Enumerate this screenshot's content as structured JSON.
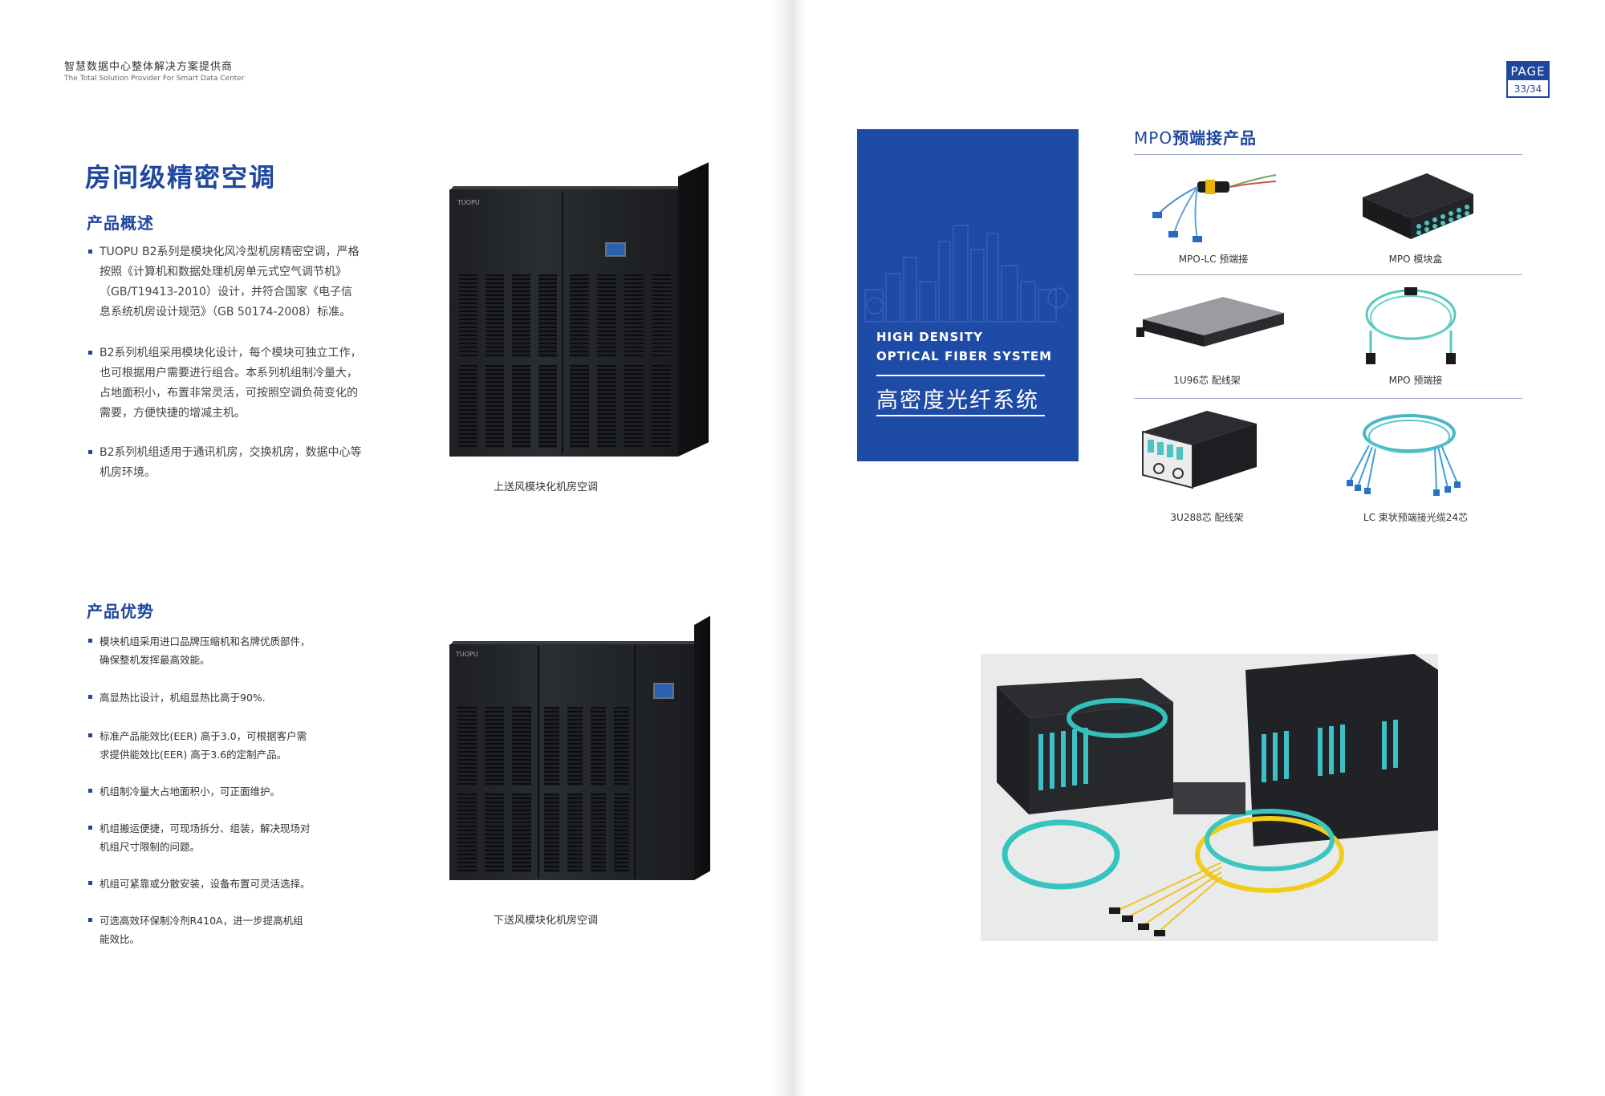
{
  "header": {
    "company_cn": "智慧数据中心整体解决方案提供商",
    "company_en": "The Total Solution Provider For Smart Data Center"
  },
  "left": {
    "title": "房间级精密空调",
    "overview_heading": "产品概述",
    "overview_paragraphs": [
      [
        "TUOPU B2系列是模块化风冷型机房精密空调，严格",
        "按照《计算机和数据处理机房单元式空气调节机》",
        "（GB/T19413-2010）设计，并符合国家《电子信",
        "息系统机房设计规范》（GB  50174-2008）标准。"
      ],
      [
        "B2系列机组采用模块化设计，每个模块可独立工作，",
        "也可根据用户需要进行组合。本系列机组制冷量大，",
        "占地面积小，布置非常灵活，可按照空调负荷变化的",
        "需要，方便快捷的增减主机。"
      ],
      [
        "B2系列机组适用于通讯机房，交换机房，数据中心等",
        "机房环境。"
      ]
    ],
    "advantages_heading": "产品优势",
    "advantages": [
      [
        "模块机组采用进口品牌压缩机和名牌优质部件，",
        "确保整机发挥最高效能。"
      ],
      [
        "高显热比设计，机组显热比高于90%."
      ],
      [
        "标准产品能效比(EER)  高于3.0，可根据客户需",
        "求提供能效比(EER) 高于3.6的定制产品。"
      ],
      [
        "机组制冷量大占地面积小，可正面维护。"
      ],
      [
        "机组搬运便捷，可现场拆分、组装，解决现场对",
        "机组尺寸限制的问题。"
      ],
      [
        "机组可紧靠或分散安装，设备布置可灵活选择。"
      ],
      [
        "可选高效环保制冷剂R410A，进一步提高机组",
        "能效比。"
      ]
    ],
    "caption_upflow": "上送风模块化机房空调",
    "caption_downflow": "下送风模块化机房空调",
    "brand_mark": "TUOPU"
  },
  "right": {
    "page_label": "PAGE",
    "page_number": "33/34",
    "panel_en_line1": "HIGH DENSITY",
    "panel_en_line2": "OPTICAL FIBER SYSTEM",
    "panel_cn": "高密度光纤系统",
    "mpo_title_prefix": "MPO",
    "mpo_title_suffix": "预端接产品",
    "products": [
      "MPO-LC 预端接",
      "MPO 模块盒",
      "1U96芯 配线架",
      "MPO 预端接",
      "3U288芯 配线架",
      "LC 束状预端接光缆24芯"
    ]
  }
}
